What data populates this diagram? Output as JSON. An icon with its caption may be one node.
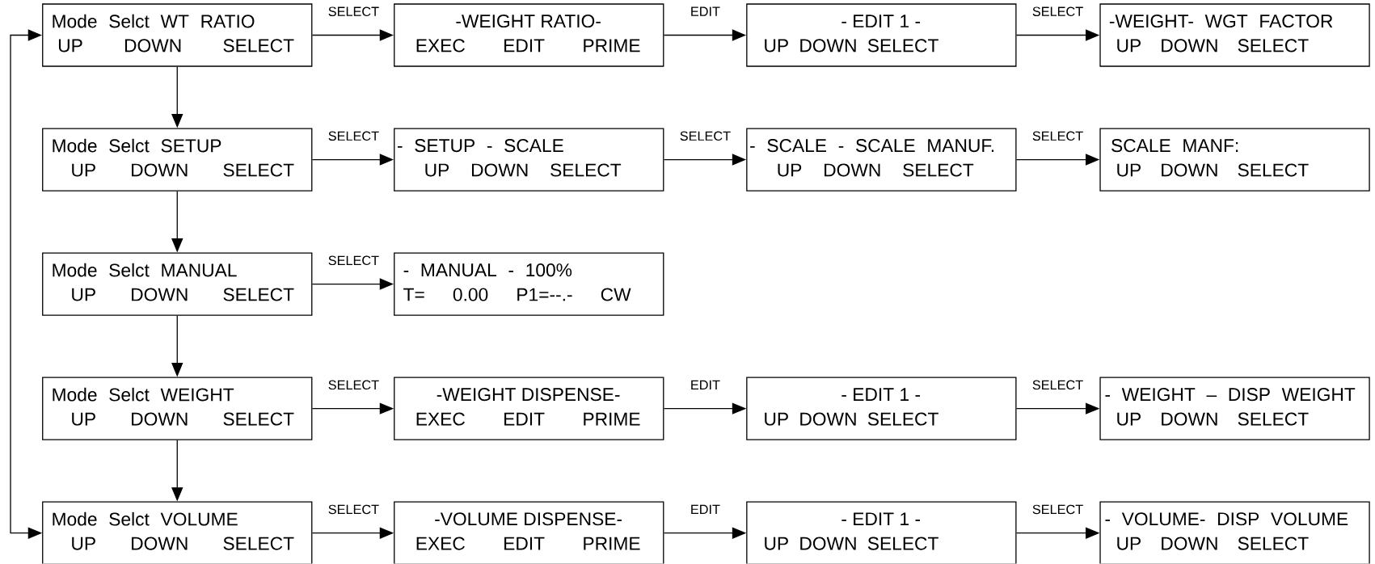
{
  "diagram": {
    "nodes": [
      {
        "text": [
          "Mode Selct WT RATIO",
          "UP DOWN SELECT"
        ]
      },
      {
        "text": [
          "-WEIGHT RATIO-",
          "EXEC EDIT PRIME"
        ]
      },
      {
        "text": [
          "- EDIT 1 -",
          "UP DOWN SELECT"
        ]
      },
      {
        "text": [
          "-WEIGHT- WGT FACTOR",
          "UP DOWN SELECT"
        ]
      },
      {
        "text": [
          "Mode Selct SETUP",
          "UP DOWN SELECT"
        ]
      },
      {
        "text": [
          "- SETUP - SCALE",
          "UP DOWN SELECT"
        ]
      },
      {
        "text": [
          "- SCALE - SCALE MANUF.",
          "UP DOWN SELECT"
        ]
      },
      {
        "text": [
          "SCALE MANF:",
          "UP DOWN SELECT"
        ]
      },
      {
        "text": [
          "Mode Selct MANUAL",
          "UP DOWN SELECT"
        ]
      },
      {
        "text": [
          "- MANUAL - 100%",
          "T= 0.00 P1=--.- CW"
        ]
      },
      {
        "text": [
          "Mode Selct WEIGHT",
          "UP DOWN SELECT"
        ]
      },
      {
        "text": [
          "-WEIGHT DISPENSE-",
          "EXEC EDIT PRIME"
        ]
      },
      {
        "text": [
          "- EDIT 1 -",
          "UP DOWN SELECT"
        ]
      },
      {
        "text": [
          "- WEIGHT – DISP WEIGHT",
          "UP DOWN SELECT"
        ]
      },
      {
        "text": [
          "Mode Selct VOLUME",
          "UP DOWN SELECT"
        ]
      },
      {
        "text": [
          "-VOLUME DISPENSE-",
          "EXEC EDIT PRIME"
        ]
      },
      {
        "text": [
          "- EDIT 1 -",
          "UP DOWN SELECT"
        ]
      },
      {
        "text": [
          "- VOLUME- DISP VOLUME",
          "UP DOWN SELECT"
        ]
      }
    ],
    "edges": [
      {
        "from": 14,
        "to": 0,
        "arrow": "both"
      },
      {
        "from": 0,
        "to": 1,
        "arrow": "to",
        "label": "SELECT"
      },
      {
        "from": 1,
        "to": 2,
        "arrow": "to",
        "label": "EDIT"
      },
      {
        "from": 2,
        "to": 3,
        "arrow": "to",
        "label": "SELECT"
      },
      {
        "from": 0,
        "to": 4,
        "arrow": "to"
      },
      {
        "from": 4,
        "to": 5,
        "arrow": "to",
        "label": "SELECT"
      },
      {
        "from": 5,
        "to": 6,
        "arrow": "to",
        "label": "SELECT"
      },
      {
        "from": 6,
        "to": 7,
        "arrow": "to",
        "label": "SELECT"
      },
      {
        "from": 4,
        "to": 8,
        "arrow": "to"
      },
      {
        "from": 8,
        "to": 9,
        "arrow": "to",
        "label": "SELECT"
      },
      {
        "from": 8,
        "to": 10,
        "arrow": "to"
      },
      {
        "from": 10,
        "to": 11,
        "arrow": "to",
        "label": "SELECT"
      },
      {
        "from": 11,
        "to": 12,
        "arrow": "to",
        "label": "EDIT"
      },
      {
        "from": 12,
        "to": 13,
        "arrow": "to",
        "label": "SELECT"
      },
      {
        "from": 10,
        "to": 14,
        "arrow": "to"
      },
      {
        "from": 14,
        "to": 15,
        "arrow": "to",
        "label": "SELECT"
      },
      {
        "from": 15,
        "to": 16,
        "arrow": "to",
        "label": "EDIT"
      },
      {
        "from": 16,
        "to": 17,
        "arrow": "to",
        "label": "SELECT"
      }
    ]
  }
}
